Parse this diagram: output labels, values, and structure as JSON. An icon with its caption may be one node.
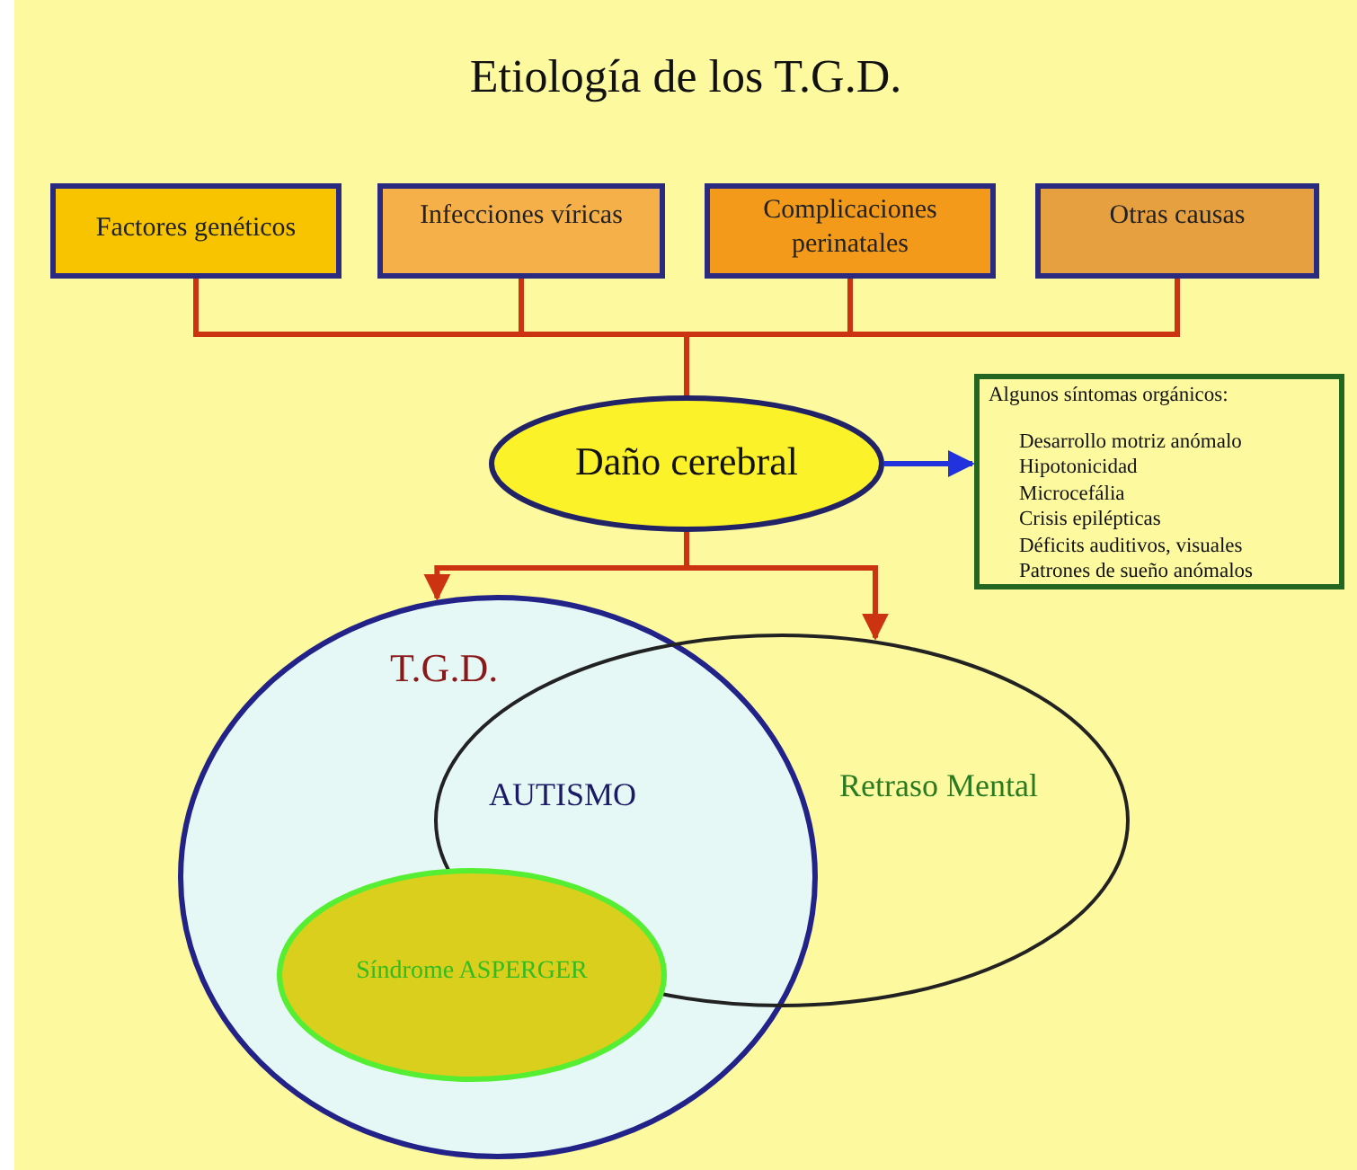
{
  "diagram": {
    "title": "Etiología de los T.G.D.",
    "nodes": [
      {
        "text": [
          "Factores genéticos"
        ]
      },
      {
        "text": [
          "Infecciones víricas"
        ]
      },
      {
        "text": [
          "Complicaciones perinatales"
        ]
      },
      {
        "text": [
          "Otras causas"
        ]
      },
      {
        "text": [
          "Daño cerebral"
        ]
      },
      {
        "text": [
          "Algunos síntomas orgánicos:",
          "Desarrollo motriz anómalo",
          "Hipotonicidad",
          "Microcefália",
          "Crisis epilépticas",
          "Déficits auditivos, visuales",
          "Patrones de sueño anómalos"
        ]
      },
      {
        "text": [
          "T.G.D."
        ]
      },
      {
        "text": [
          "Retraso Mental"
        ]
      },
      {
        "text": [
          "Síndrome ASPERGER"
        ],
        "in": 6
      }
    ],
    "edges": [
      {
        "from": 0,
        "to": 4,
        "arrow": "none"
      },
      {
        "from": 1,
        "to": 4,
        "arrow": "none"
      },
      {
        "from": 2,
        "to": 4,
        "arrow": "none"
      },
      {
        "from": 3,
        "to": 4,
        "arrow": "none"
      },
      {
        "from": 4,
        "to": 5,
        "arrow": "to",
        "color": "#2233dd"
      },
      {
        "from": 4,
        "to": 6,
        "arrow": "to"
      },
      {
        "from": 4,
        "to": 7,
        "arrow": "to"
      }
    ],
    "labels": [
      "AUTISMO"
    ]
  }
}
